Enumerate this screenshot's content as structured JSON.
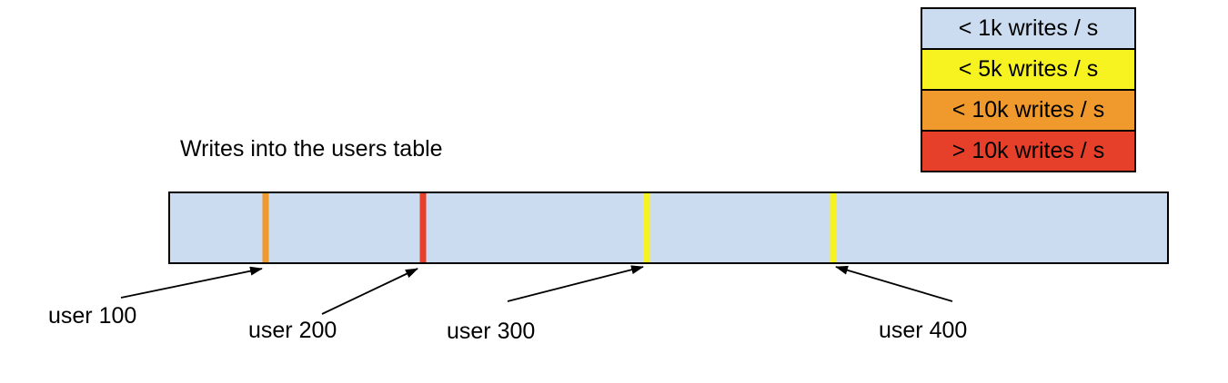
{
  "title": "Writes into the users table",
  "legend": {
    "items": [
      {
        "label": "< 1k writes / s",
        "color": "#cbdcf0"
      },
      {
        "label": "< 5k writes / s",
        "color": "#f7f320"
      },
      {
        "label": "< 10k writes / s",
        "color": "#f0992c"
      },
      {
        "label": "> 10k writes / s",
        "color": "#e6402a"
      }
    ]
  },
  "bar": {
    "fill_color": "#cbdcf0",
    "border_color": "#000000",
    "markers": [
      {
        "user": "user 100",
        "color": "#f0992c",
        "rate_class": "< 10k writes / s",
        "position_pct": 9.6
      },
      {
        "user": "user 200",
        "color": "#e6402a",
        "rate_class": "> 10k writes / s",
        "position_pct": 25.4
      },
      {
        "user": "user 300",
        "color": "#f7f320",
        "rate_class": "< 5k writes / s",
        "position_pct": 47.8
      },
      {
        "user": "user 400",
        "color": "#f7f320",
        "rate_class": "< 5k writes / s",
        "position_pct": 66.5
      }
    ]
  },
  "annotations": [
    {
      "label": "user 100"
    },
    {
      "label": "user 200"
    },
    {
      "label": "user 300"
    },
    {
      "label": "user 400"
    }
  ]
}
